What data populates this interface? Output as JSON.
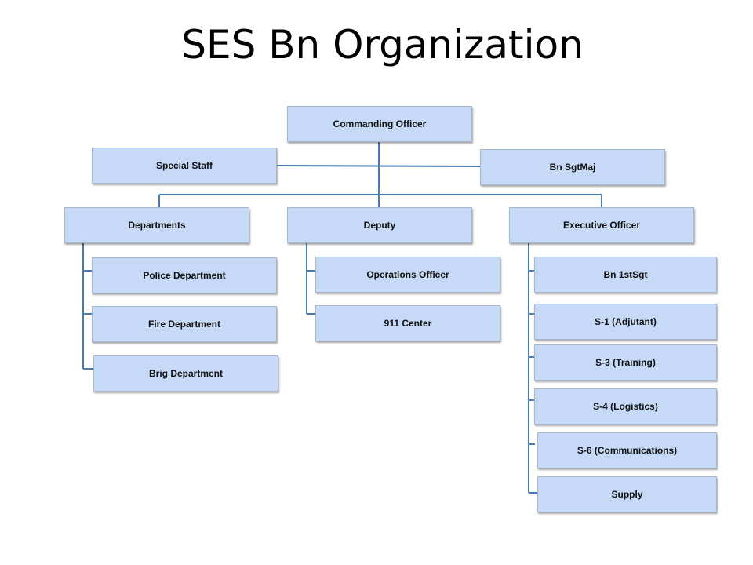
{
  "title": "SES Bn Organization",
  "colors": {
    "box_fill": "#c6d9f7",
    "connector": "#4a7bb0"
  },
  "nodes": {
    "commanding_officer": "Commanding Officer",
    "special_staff": "Special Staff",
    "bn_sgtmaj": "Bn SgtMaj",
    "departments": "Departments",
    "deputy": "Deputy",
    "executive_officer": "Executive Officer",
    "police_department": "Police Department",
    "fire_department": "Fire Department",
    "brig_department": "Brig Department",
    "operations_officer": "Operations Officer",
    "center_911": "911 Center",
    "bn_1stsgt": "Bn 1stSgt",
    "s1": "S-1 (Adjutant)",
    "s3": "S-3 (Training)",
    "s4": "S-4 (Logistics)",
    "s6": "S-6 (Communications)",
    "supply": "Supply"
  }
}
